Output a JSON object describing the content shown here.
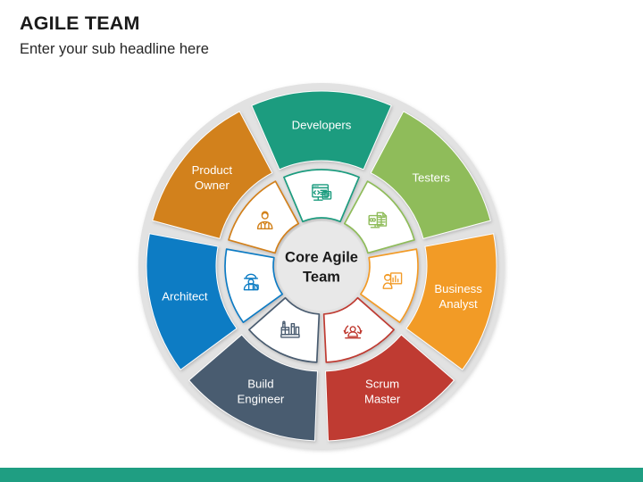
{
  "header": {
    "title": "AGILE TEAM",
    "subtitle": "Enter your sub headline here"
  },
  "diagram": {
    "center_label_line1": "Core Agile",
    "center_label_line2": "Team",
    "center_fill": "#E8E8E8",
    "ring_fill": "#E0E0E0",
    "ring_stroke": "#FFFFFF",
    "inner_petal_fill": "#FFFFFF",
    "segments": [
      {
        "label_line1": "Developers",
        "label_line2": "",
        "color": "#1C9C7F",
        "icon": "monitor-code-icon"
      },
      {
        "label_line1": "Testers",
        "label_line2": "",
        "color": "#8FBC5A",
        "icon": "monitor-checklist-icon"
      },
      {
        "label_line1": "Business",
        "label_line2": "Analyst",
        "color": "#F29B28",
        "icon": "analyst-presentation-icon"
      },
      {
        "label_line1": "Scrum",
        "label_line2": "Master",
        "color": "#BF3A30",
        "icon": "scrum-cycle-person-icon"
      },
      {
        "label_line1": "Build",
        "label_line2": "Engineer",
        "color": "#4A5C70",
        "icon": "construction-site-icon"
      },
      {
        "label_line1": "Architect",
        "label_line2": "",
        "color": "#0C7CC4",
        "icon": "hardhat-worker-icon"
      },
      {
        "label_line1": "Product",
        "label_line2": "Owner",
        "color": "#D2811A",
        "icon": "businessperson-icon"
      }
    ]
  },
  "accent_bar_color": "#1F9E82"
}
